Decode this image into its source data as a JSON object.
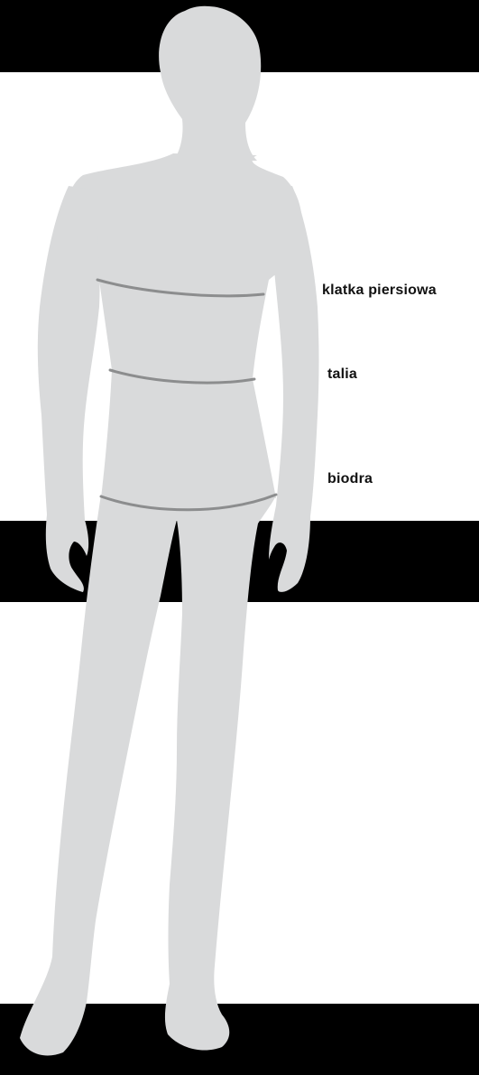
{
  "labels": {
    "chest": "klatka piersiowa",
    "waist": "talia",
    "hips": "biodra"
  },
  "colors": {
    "band": "#000000",
    "figure": "#d9dadb",
    "measure_line": "#8c8d8e",
    "label_text": "#111111",
    "background": "#ffffff"
  }
}
